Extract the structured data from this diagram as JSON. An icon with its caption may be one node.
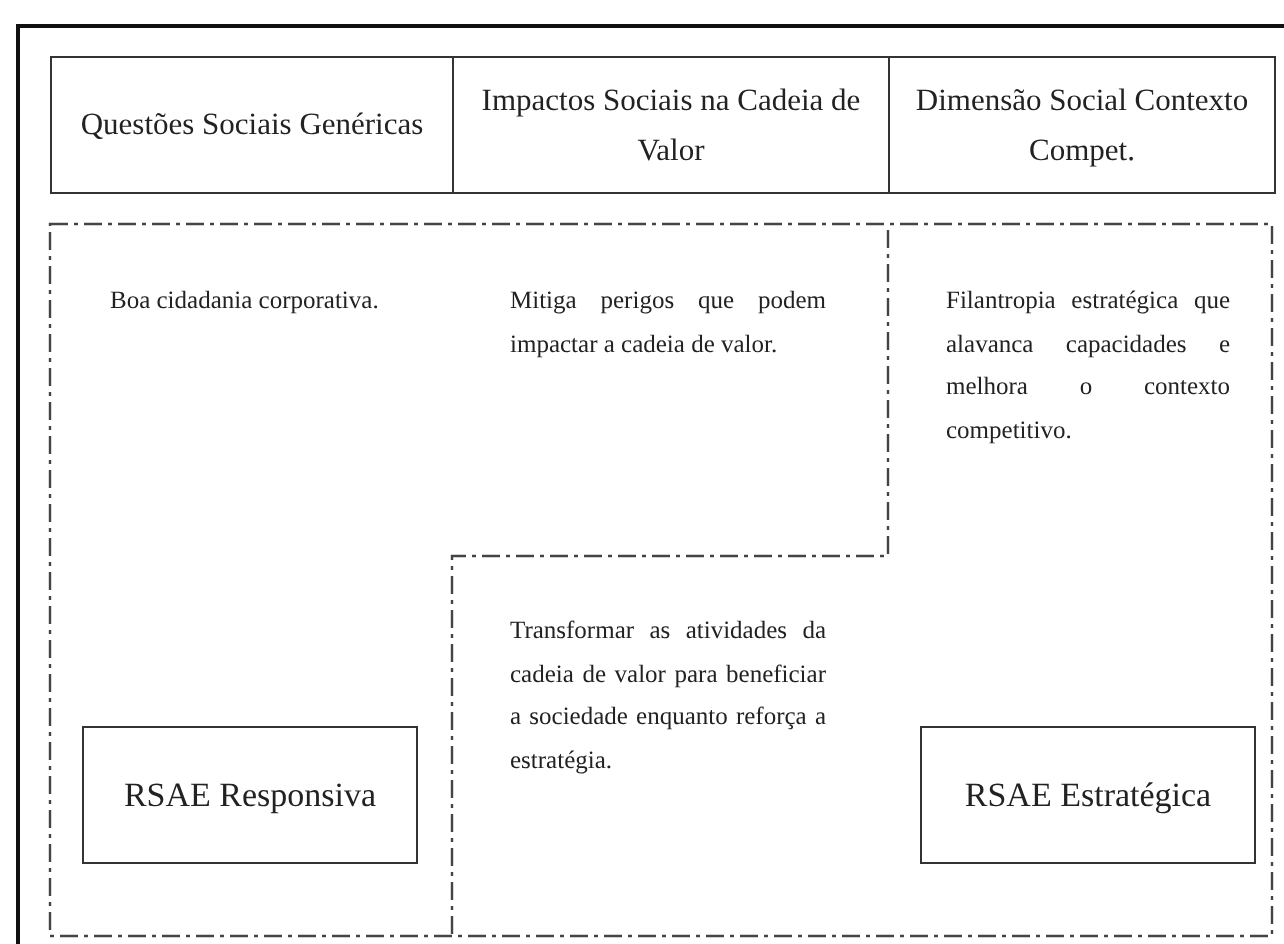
{
  "diagram": {
    "nodes": [
      {
        "text": [
          "Questões Sociais Genéricas"
        ]
      },
      {
        "text": [
          "Impactos Sociais na Cadeia de Valor"
        ]
      },
      {
        "text": [
          "Dimensão Social Contexto Compet."
        ]
      },
      {
        "text": [
          "RSAE Responsiva"
        ]
      },
      {
        "text": [
          "RSAE Estratégica"
        ]
      }
    ],
    "labels": [
      "Boa cidadania corporativa.",
      "Mitiga perigos que podem impactar a cadeia de valor.",
      "Filantropia estratégica que alavanca capacidades e melhora o contexto competitivo.",
      "Transformar as atividades da cadeia de valor para beneficiar a sociedade enquanto reforça a estratégia."
    ]
  }
}
